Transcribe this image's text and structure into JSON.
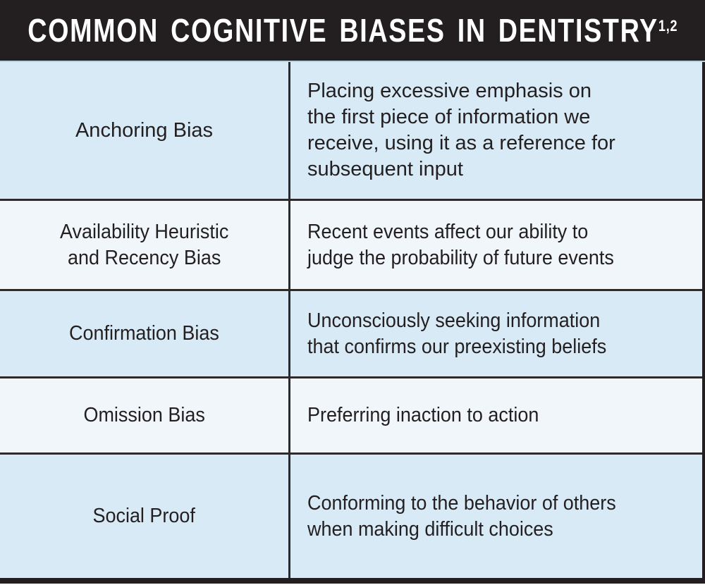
{
  "title": {
    "text": "COMMON COGNITIVE BIASES IN DENTISTRY",
    "superscript": "1,2"
  },
  "colors": {
    "header_bg": "#231f20",
    "header_text": "#ffffff",
    "row_blue": "#d8eaf6",
    "row_pale": "#f0f6fa",
    "grid_line": "#2d2a2b",
    "body_text": "#231f20"
  },
  "table": {
    "rows": [
      {
        "term": "Anchoring Bias",
        "definition": "Placing excessive emphasis on\nthe first piece of information we\nreceive, using it as a reference for\nsubsequent input"
      },
      {
        "term": "Availability Heuristic\nand Recency Bias",
        "definition": "Recent events affect our ability to\njudge the probability of future events"
      },
      {
        "term": "Confirmation Bias",
        "definition": "Unconsciously seeking information\nthat confirms our preexisting beliefs"
      },
      {
        "term": "Omission Bias",
        "definition": "Preferring inaction to action"
      },
      {
        "term": "Social Proof",
        "definition": "Conforming to the behavior of others\nwhen making difficult choices"
      }
    ]
  }
}
